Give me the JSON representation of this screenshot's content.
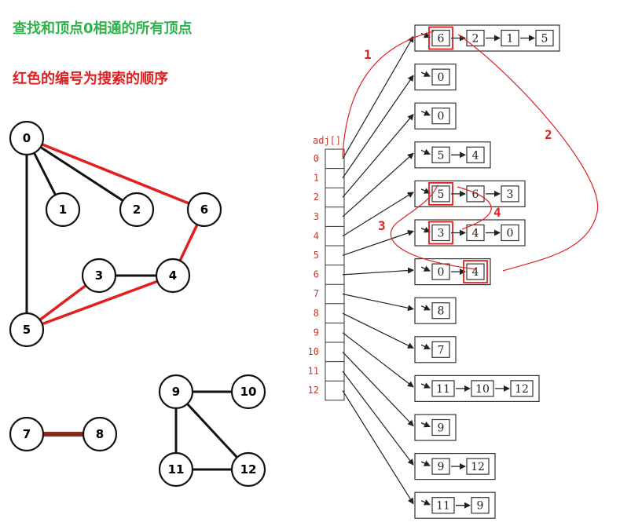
{
  "titles": {
    "green": "查找和顶点0相通的所有顶点",
    "red": "红色的编号为搜索的顺序"
  },
  "colors": {
    "green": "#2db34a",
    "red": "#e02020",
    "brown": "#8b2a1a"
  },
  "graph": {
    "nodes": [
      "0",
      "1",
      "2",
      "6",
      "3",
      "4",
      "5",
      "7",
      "8",
      "9",
      "10",
      "11",
      "12"
    ],
    "edges": [
      {
        "from": "0",
        "to": "1",
        "highlight": false
      },
      {
        "from": "0",
        "to": "2",
        "highlight": false
      },
      {
        "from": "0",
        "to": "5",
        "highlight": false
      },
      {
        "from": "0",
        "to": "6",
        "highlight": true
      },
      {
        "from": "6",
        "to": "4",
        "highlight": true
      },
      {
        "from": "3",
        "to": "4",
        "highlight": false
      },
      {
        "from": "3",
        "to": "5",
        "highlight": true
      },
      {
        "from": "4",
        "to": "5",
        "highlight": true
      },
      {
        "from": "7",
        "to": "8",
        "highlight": "brown"
      },
      {
        "from": "9",
        "to": "10",
        "highlight": false
      },
      {
        "from": "9",
        "to": "11",
        "highlight": false
      },
      {
        "from": "9",
        "to": "12",
        "highlight": false
      },
      {
        "from": "11",
        "to": "12",
        "highlight": false
      }
    ]
  },
  "adj": {
    "label": "adj[]",
    "indices": [
      "0",
      "1",
      "2",
      "3",
      "4",
      "5",
      "6",
      "7",
      "8",
      "9",
      "10",
      "11",
      "12"
    ],
    "lists": [
      [
        "6",
        "2",
        "1",
        "5"
      ],
      [
        "0"
      ],
      [
        "0"
      ],
      [
        "5",
        "4"
      ],
      [
        "5",
        "6",
        "3"
      ],
      [
        "3",
        "4",
        "0"
      ],
      [
        "0",
        "4"
      ],
      [
        "8"
      ],
      [
        "7"
      ],
      [
        "11",
        "10",
        "12"
      ],
      [
        "9"
      ],
      [
        "9",
        "12"
      ],
      [
        "11",
        "9"
      ]
    ],
    "highlighted": [
      {
        "list": 0,
        "cell": 0
      },
      {
        "list": 4,
        "cell": 0
      },
      {
        "list": 5,
        "cell": 0
      },
      {
        "list": 6,
        "cell": 1
      }
    ]
  },
  "order_labels": [
    "1",
    "2",
    "3",
    "4"
  ]
}
